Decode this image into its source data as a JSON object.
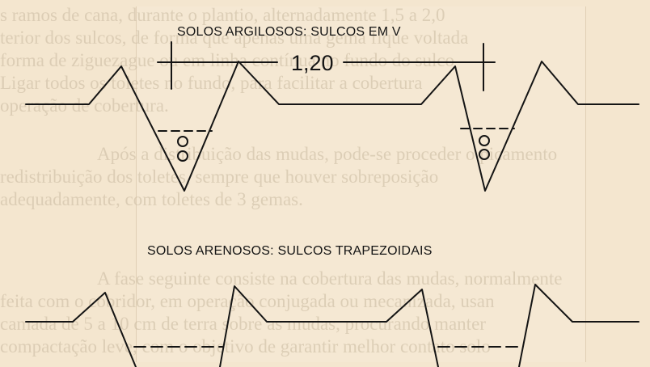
{
  "titles": {
    "clay": "SOLOS ARGILOSOS: SULCOS EM V",
    "sand": "SOLOS ARENOSOS: SULCOS TRAPEZOIDAIS"
  },
  "dimension": {
    "spacing_label": "1,20"
  },
  "background_text": [
    "s ramos de cana, durante o plantio, alternadamente 1,5 a 2,0",
    "terior dos sulcos, de forma que apenas uma gema fique voltada",
    "forma de ziguezague ou em linha contínua no fundo do sulco",
    "Ligar todos os toletes no fundo, para facilitar a cobertura",
    "operação de cobertura.",
    "Após a distribuição das mudas, pode-se proceder o picamento",
    "redistribuição dos toletes, sempre que houver sobreposição",
    "adequadamente, com toletes de 3 gemas.",
    "A fase seguinte consiste na cobertura das mudas, normalmente",
    "feita com o cobridor, em operação conjugada ou mecanizada, usan",
    "camada de 5 a 10 cm de terra sobre as mudas, procurando manter",
    "compactação leve, com o objetivo de garantir melhor contato solo"
  ],
  "colors": {
    "ink": "#141414",
    "paper": "#f4e6cf",
    "bleed": "#c9b9a0"
  }
}
